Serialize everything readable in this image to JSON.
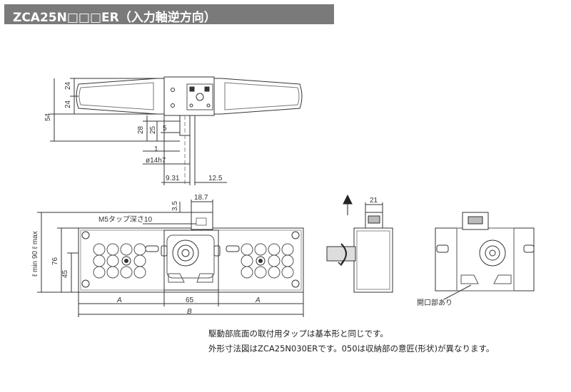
{
  "title": "ZCA25N□□□ER（入力軸逆方向）",
  "top_view": {
    "dims": [
      "24",
      "24",
      "54",
      "28",
      "25",
      "5",
      "1",
      "ø14h7",
      "9.31",
      "12.5"
    ]
  },
  "front_view": {
    "dims": {
      "tab_height": "3.5",
      "tab_width": "18.7",
      "tap_label": "M5タップ深さ10",
      "overall_height": "ℓ min 90 ℓ max",
      "height_76": "76",
      "height_45": "45",
      "pitch_a_left": "A",
      "center_65": "65",
      "pitch_a_right": "A",
      "overall_b": "B"
    }
  },
  "side_view": {
    "width_21": "21"
  },
  "end_view": {
    "opening_label": "開口部あり"
  },
  "notes": [
    "駆動部底面の取付用タップは基本形と同じです。",
    "外形寸法図はZCA25N030ERです。050は収納部の意匠(形状)が異なります。"
  ]
}
